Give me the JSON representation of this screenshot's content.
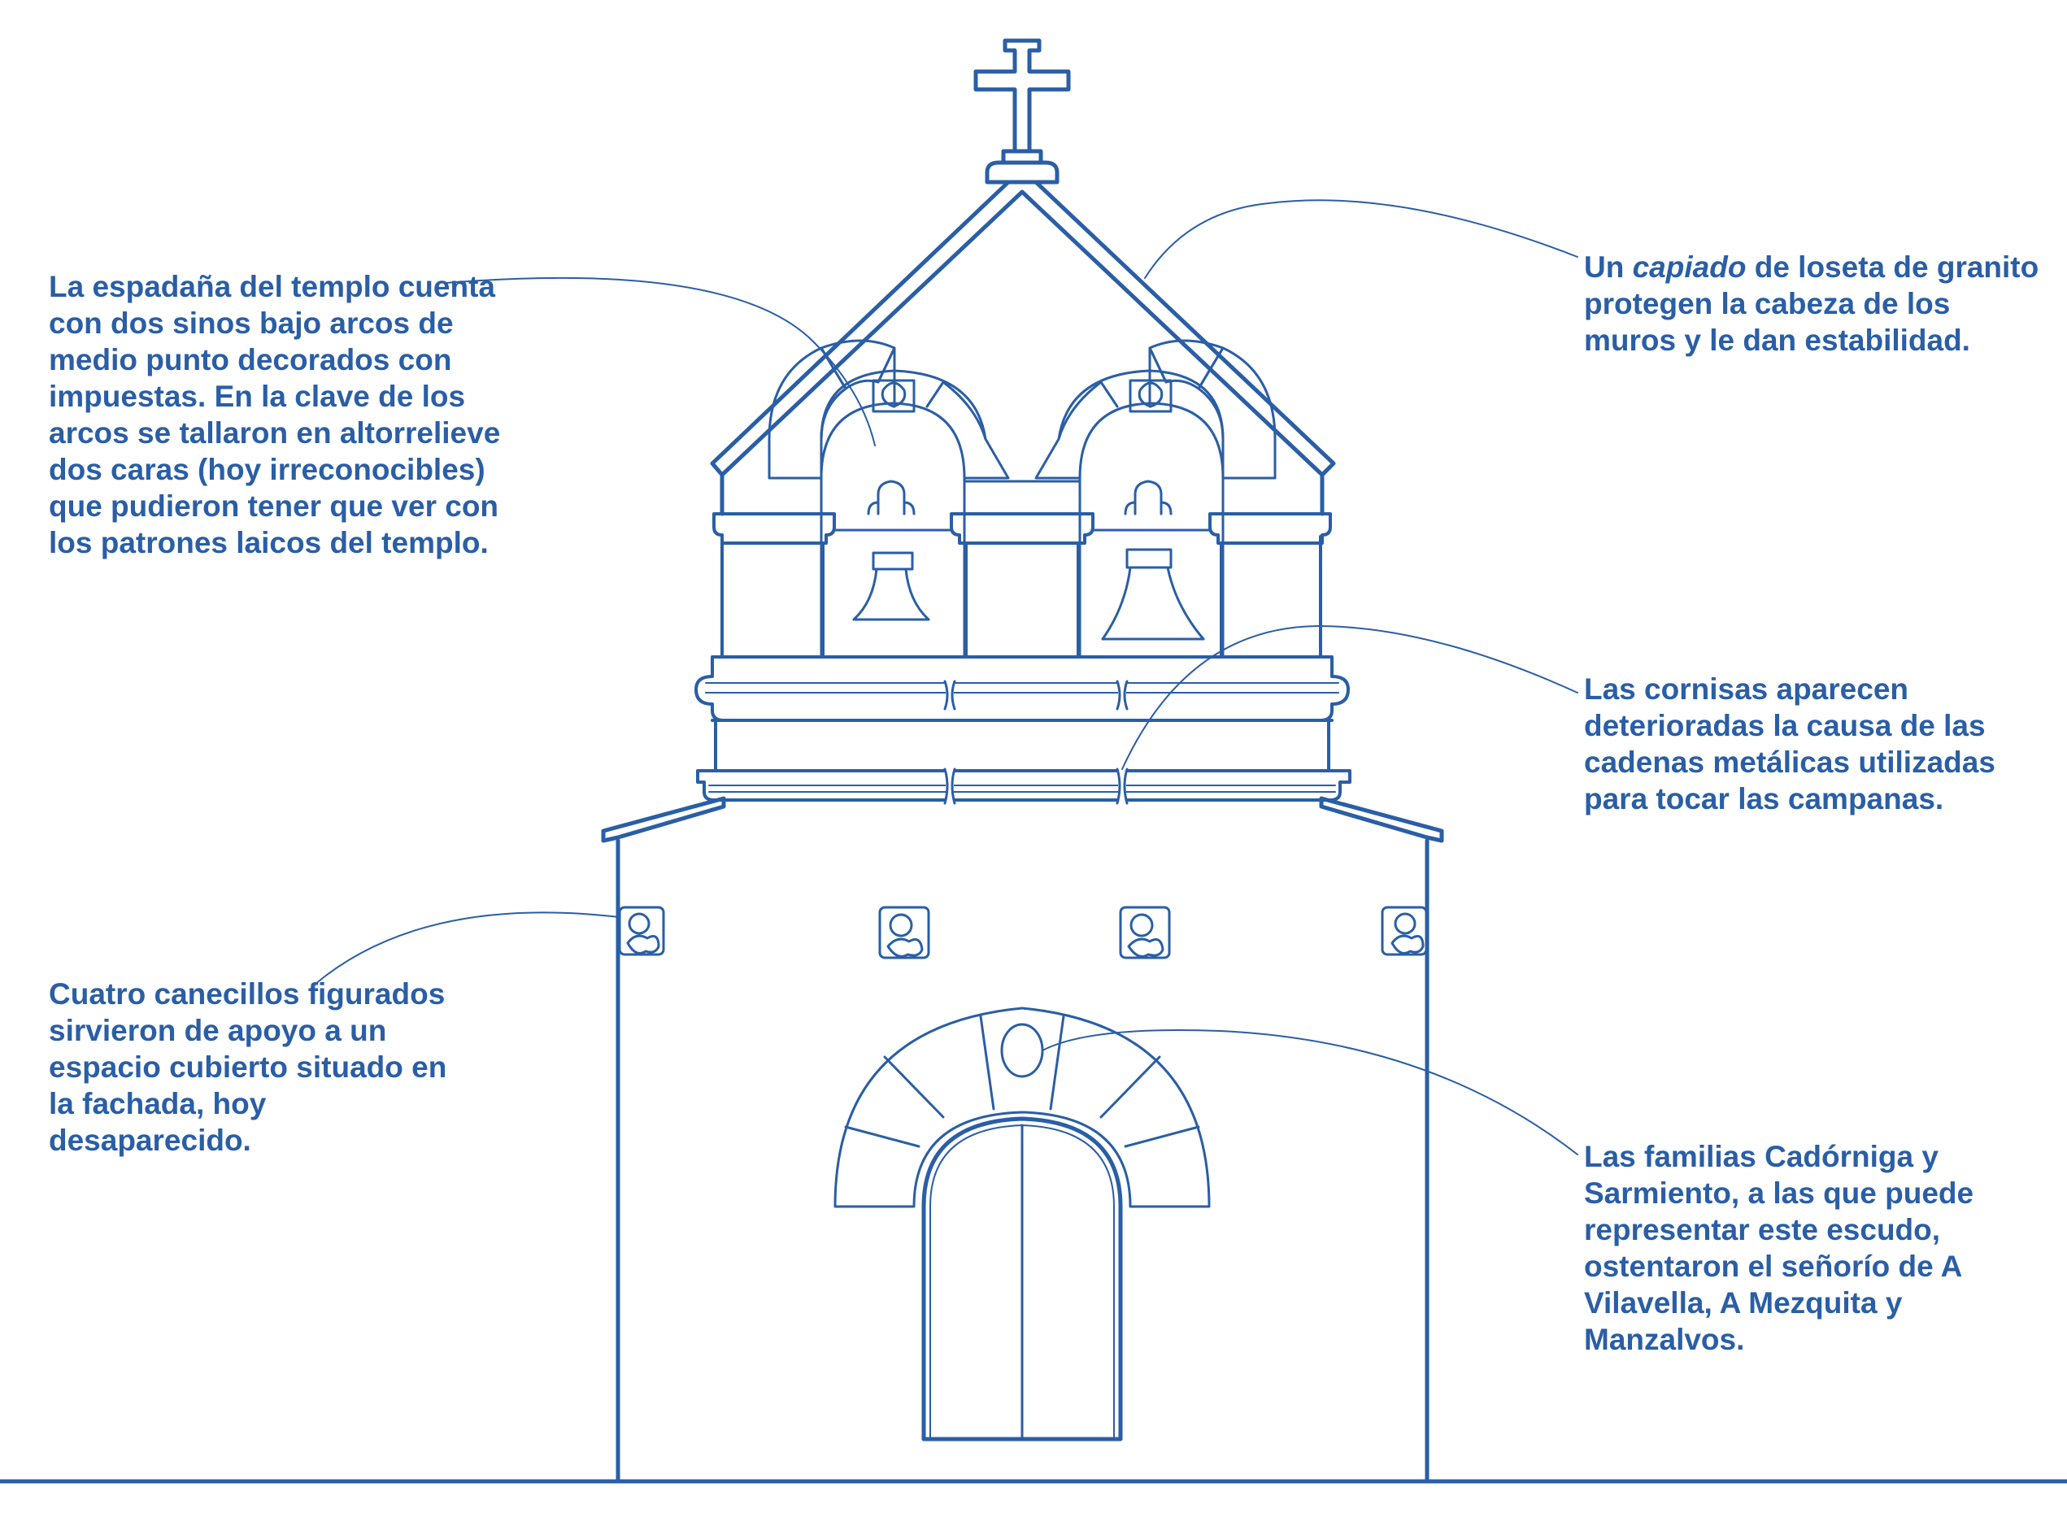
{
  "colors": {
    "ink": "#2a5ea6",
    "background": "#ffffff"
  },
  "annotations": {
    "espadana": "La espadaña del templo cuenta con dos sinos bajo arcos de medio punto decorados con impuestas. En la clave de los arcos se tallaron en altorrelieve dos caras (hoy irreconocibles) que pudieron tener que ver con los patrones laicos del templo.",
    "capiado": {
      "before": "Un ",
      "italic": "capiado",
      "after": " de loseta de granito protegen la cabeza de los muros y le dan estabilidad."
    },
    "cornisas": "Las cornisas aparecen deterioradas la causa de las cadenas metálicas utilizadas para tocar las campanas.",
    "canecillos": "Cuatro canecillos figurados sirvieron de apoyo a un espacio cubierto situado en la fachada, hoy desaparecido.",
    "familias": "Las familias Cadórniga y Sarmiento, a las que puede representar este escudo, ostentaron el señorío de A Vilavella, A Mezquita y Manzalvos."
  }
}
